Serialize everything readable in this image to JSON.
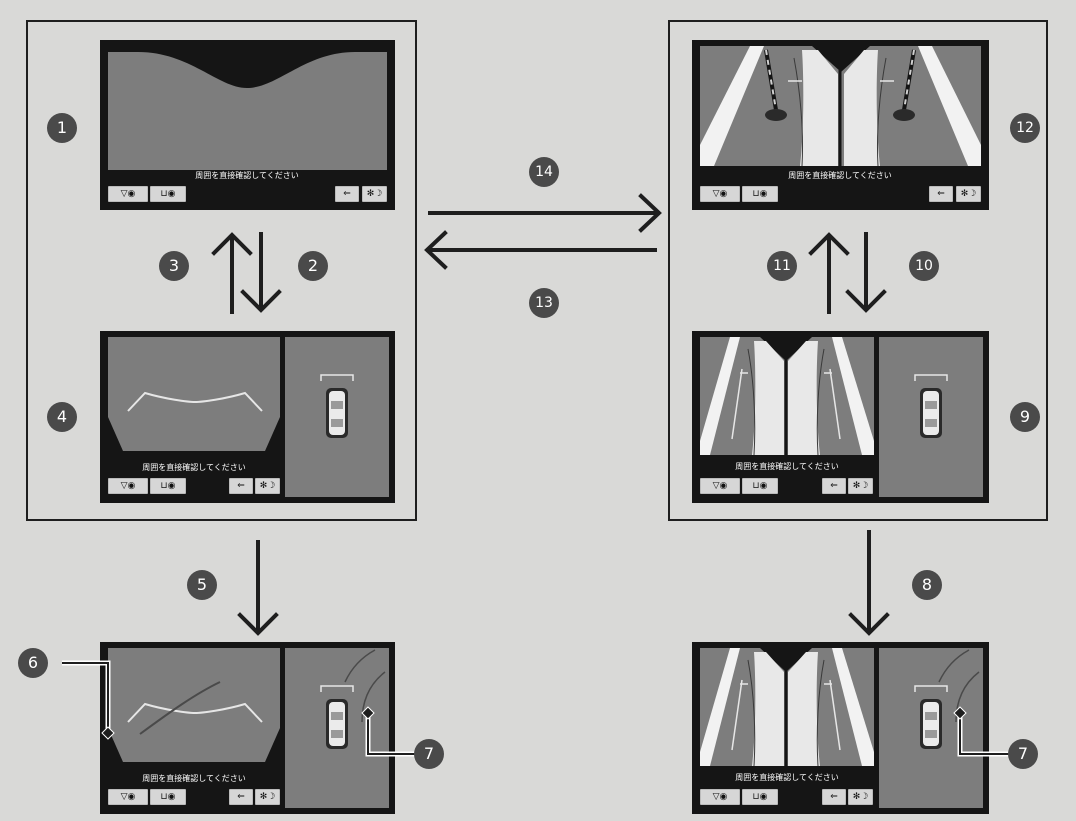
{
  "caption": "周囲を直接確認してください",
  "badges": {
    "b1": "1",
    "b2": "2",
    "b3": "3",
    "b4": "4",
    "b5": "5",
    "b6": "6",
    "b7a": "7",
    "b7b": "7",
    "b8": "8",
    "b9": "9",
    "b10": "10",
    "b11": "11",
    "b12": "12",
    "b13": "13",
    "b14": "14"
  },
  "icons": {
    "camera_front": "camera-front-icon",
    "camera_side": "camera-side-icon",
    "exit": "exit-icon",
    "brightness": "brightness-icon"
  },
  "colors": {
    "background": "#d9d9d7",
    "screen": "#151515",
    "camera_gray": "#7d7d7d",
    "badge": "#4a4a4a",
    "arrow": "#1e1e1e"
  }
}
